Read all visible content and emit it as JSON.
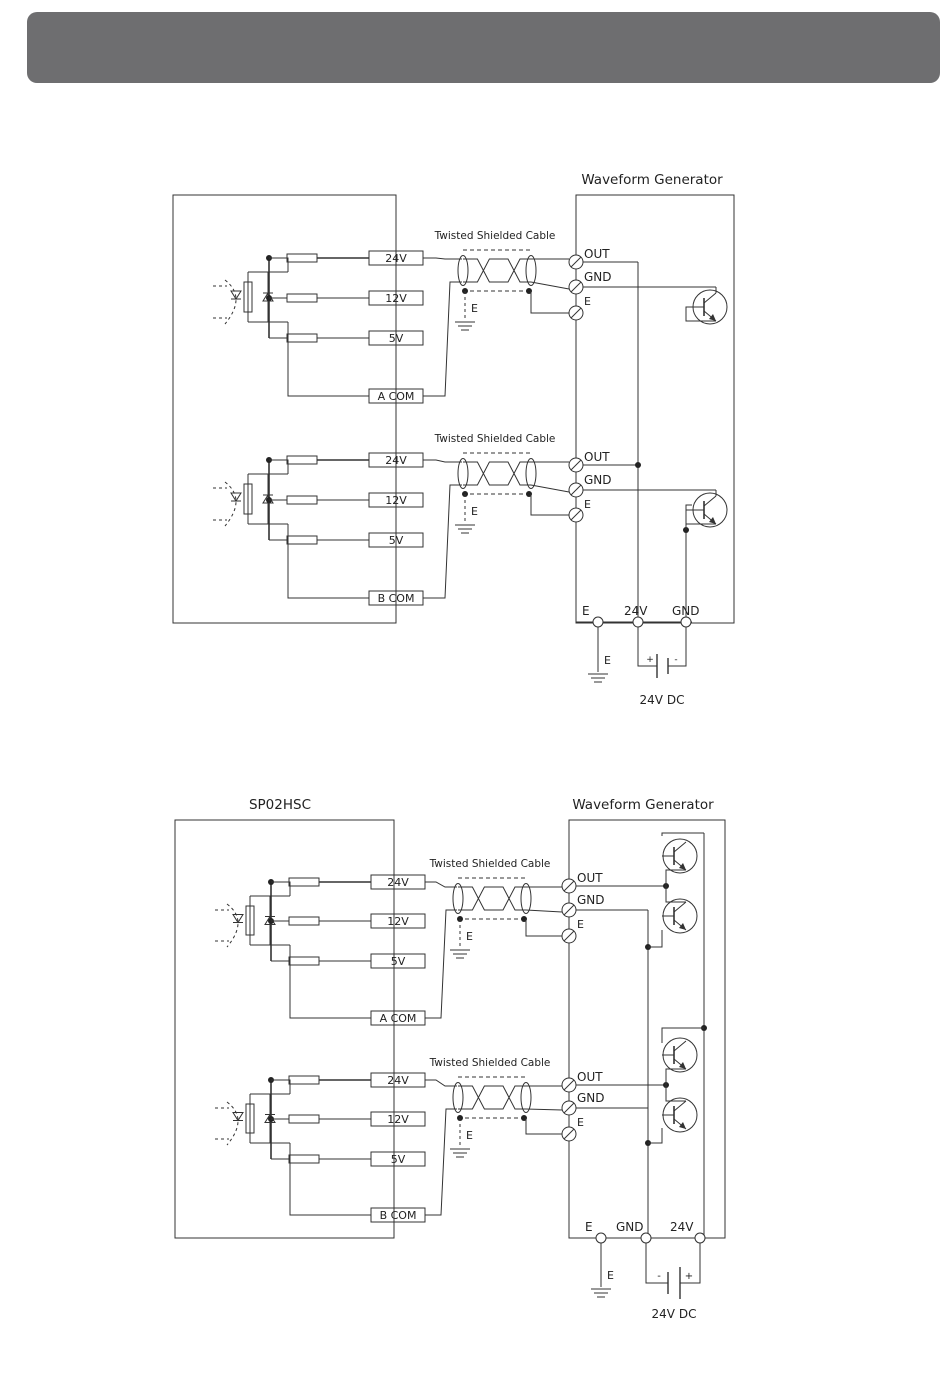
{
  "page": {
    "header_color": "#6e6e70"
  },
  "diagrams": [
    {
      "left_box_title": "",
      "right_box_title": "Waveform Generator",
      "channels": [
        {
          "terminals": [
            "24V",
            "12V",
            "5V",
            "A COM"
          ],
          "cable_label": "Twisted Shielded Cable",
          "gen_terminals": [
            "OUT",
            "GND",
            "E"
          ],
          "ground_label": "E"
        },
        {
          "terminals": [
            "24V",
            "12V",
            "5V",
            "B COM"
          ],
          "cable_label": "Twisted Shielded Cable",
          "gen_terminals": [
            "OUT",
            "GND",
            "E"
          ],
          "ground_label": "E"
        }
      ],
      "bottom_terminals": [
        "E",
        "24V",
        "GND"
      ],
      "earth_label": "E",
      "supply_label": "24V DC",
      "supply_polarity": [
        "+",
        "-"
      ],
      "transistor_count": 2
    },
    {
      "left_box_title": "SP02HSC",
      "right_box_title": "Waveform Generator",
      "channels": [
        {
          "terminals": [
            "24V",
            "12V",
            "5V",
            "A COM"
          ],
          "cable_label": "Twisted Shielded Cable",
          "gen_terminals": [
            "OUT",
            "GND",
            "E"
          ],
          "ground_label": "E"
        },
        {
          "terminals": [
            "24V",
            "12V",
            "5V",
            "B COM"
          ],
          "cable_label": "Twisted Shielded Cable",
          "gen_terminals": [
            "OUT",
            "GND",
            "E"
          ],
          "ground_label": "E"
        }
      ],
      "bottom_terminals": [
        "E",
        "GND",
        "24V"
      ],
      "earth_label": "E",
      "supply_label": "24V DC",
      "supply_polarity": [
        "-",
        "+"
      ],
      "transistor_count": 4
    }
  ]
}
